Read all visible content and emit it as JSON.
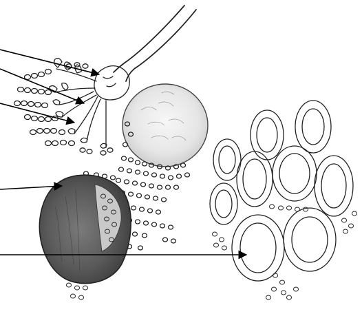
{
  "colors": {
    "ink": "#222222",
    "shaded_cell": "#5a5a5a",
    "pale_cell": "#e8e8e8",
    "background": "#ffffff"
  },
  "figure": {
    "labels": [],
    "parts": [
      "hyphal-tip",
      "conidiophore-branches",
      "conidia-chains",
      "pale-swollen-cell",
      "dark-sclerotium-cell",
      "thick-walled-cells"
    ],
    "arrows": 5
  }
}
